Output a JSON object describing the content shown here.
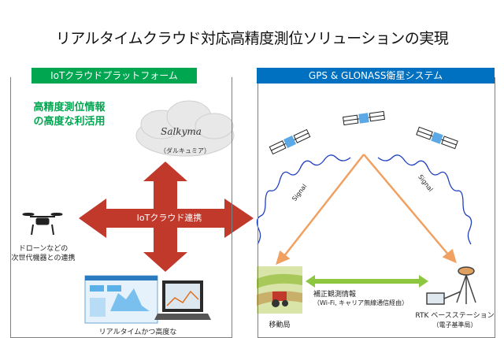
{
  "title": "リアルタイムクラウド対応高精度測位ソリューションの実現",
  "left_panel": {
    "header": "IoTクラウドプラットフォーム",
    "highlight_line1": "高精度測位情報",
    "highlight_line2": "の高度な利活用",
    "cloud_logo": "Salkyma",
    "cloud_caption": "（ダルキュミア）",
    "drone_caption_line1": "ドローンなどの",
    "drone_caption_line2": "次世代機器との連携",
    "bottom_caption": "リアルタイムかつ高度な"
  },
  "right_panel": {
    "header": "GPS & GLONASS衛星システム",
    "signal_label": "Signal",
    "mobile_station": "移動局",
    "comm_line1": "補正観測情報",
    "comm_line2": "（Wi-Fi, キャリア無線通信経由）",
    "rtk_line1": "RTK ベースステーション",
    "rtk_line2": "（電子基準局）"
  },
  "center": {
    "link_label": "IoTクラウド連携"
  },
  "colors": {
    "green": "#00a650",
    "blue": "#0070c0",
    "red": "#c0392b",
    "orange": "#f0a060",
    "light_green": "#8dc63f"
  }
}
